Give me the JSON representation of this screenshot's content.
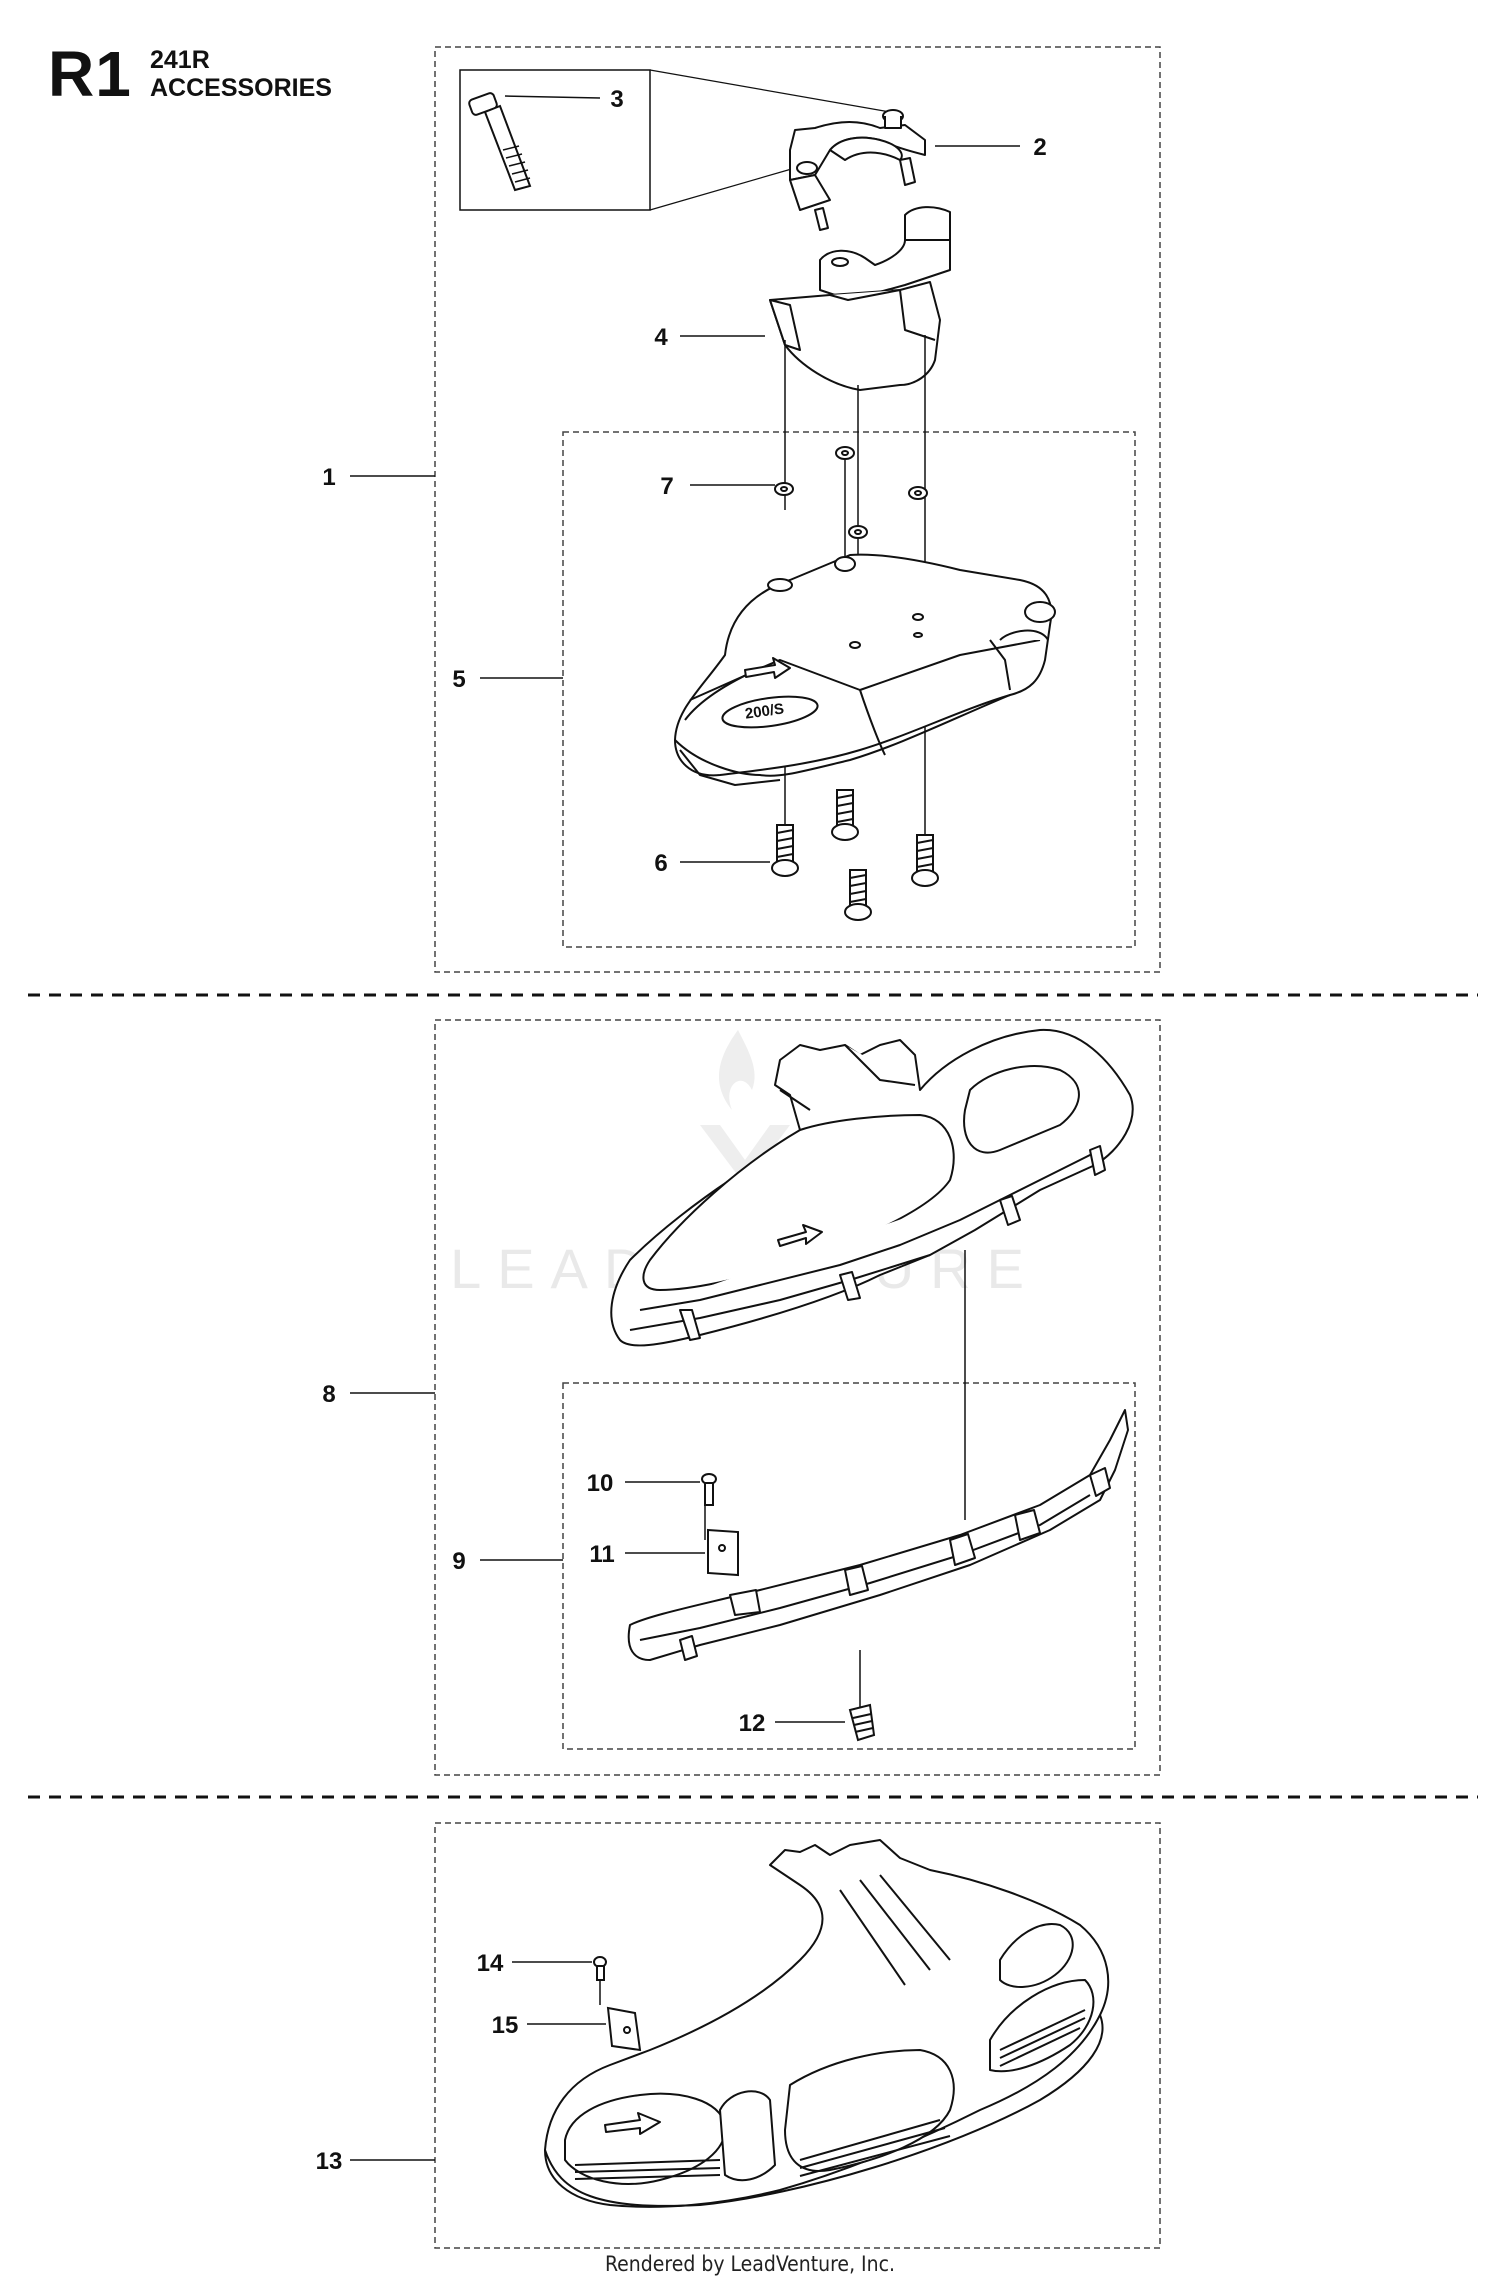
{
  "header": {
    "code": "R1",
    "model": "241R",
    "name": "ACCESSORIES"
  },
  "watermark": "LEADVENTURE",
  "guard_marking": "200/S",
  "callouts": [
    "1",
    "2",
    "3",
    "4",
    "5",
    "6",
    "7",
    "8",
    "9",
    "10",
    "11",
    "12",
    "13",
    "14",
    "15"
  ],
  "footer": "Rendered by LeadVenture, Inc."
}
